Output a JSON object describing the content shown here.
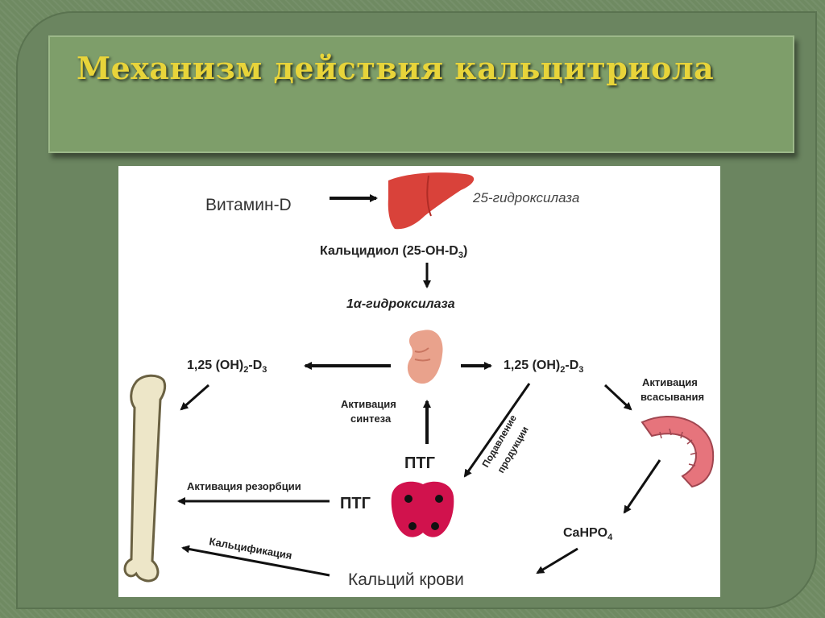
{
  "slide": {
    "title": "Механизм действия кальцитриола"
  },
  "diagram": {
    "vitamin_d": "Витамин-D",
    "hydroxylase_25": "25-гидроксилаза",
    "calcidiol_prefix": "Кальцидиол (25-ОН-D",
    "calcidiol_sub": "3",
    "calcidiol_suffix": ")",
    "hydroxylase_1a": "1α-гидроксилаза",
    "calcitriol_main": "1,25 (ОН)",
    "calcitriol_sub2": "2",
    "calcitriol_d": "-D",
    "calcitriol_sub3": "3",
    "activation_synthesis_1": "Активация",
    "activation_synthesis_2": "синтеза",
    "suppression_1": "Подавление",
    "suppression_2": "продукции",
    "activation_absorption_1": "Активация",
    "activation_absorption_2": "всасывания",
    "ptg": "ПТГ",
    "activation_resorption": "Активация резорбции",
    "calcification": "Кальцификация",
    "cahpo_main": "CaHPO",
    "cahpo_sub": "4",
    "blood_calcium": "Кальций крови"
  },
  "icons": {
    "liver": "liver-icon",
    "kidney": "kidney-icon",
    "parathyroid": "parathyroid-icon",
    "intestine": "intestine-icon",
    "bone": "bone-icon"
  },
  "colors": {
    "title": "#e8d43a",
    "liver": "#d9423a",
    "kidney": "#e9a28c",
    "parathyroid": "#d1124d",
    "intestine": "#e6747c"
  }
}
